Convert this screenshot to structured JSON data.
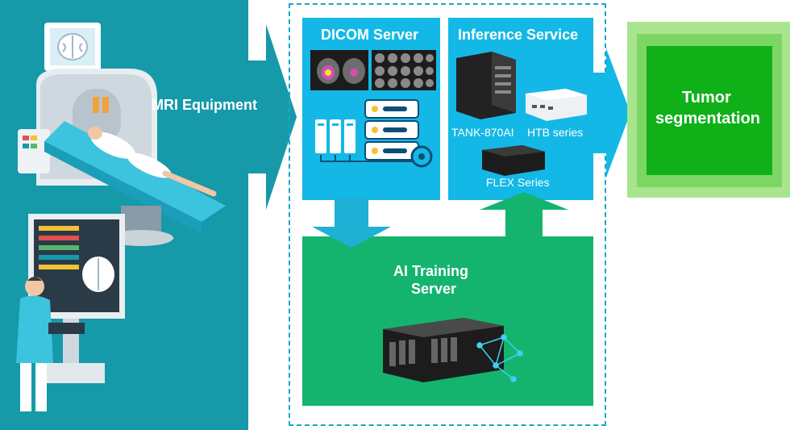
{
  "mri": {
    "label": "MRI Equipment"
  },
  "dicom": {
    "title": "DICOM Server"
  },
  "inference": {
    "title": "Inference Service",
    "devices": [
      {
        "label": "TANK-870AI"
      },
      {
        "label": "HTB series"
      },
      {
        "label": "FLEX Series"
      }
    ]
  },
  "training": {
    "title_line1": "AI Training",
    "title_line2": "Server"
  },
  "output": {
    "title_line1": "Tumor",
    "title_line2": "segmentation"
  },
  "colors": {
    "teal_panel": "#1699a8",
    "cyan_box": "#14b8e6",
    "green_box": "#14b46e",
    "output_outer": "#a9e58f",
    "output_inner": "#10b019",
    "dashed_border": "#18a9c8"
  }
}
